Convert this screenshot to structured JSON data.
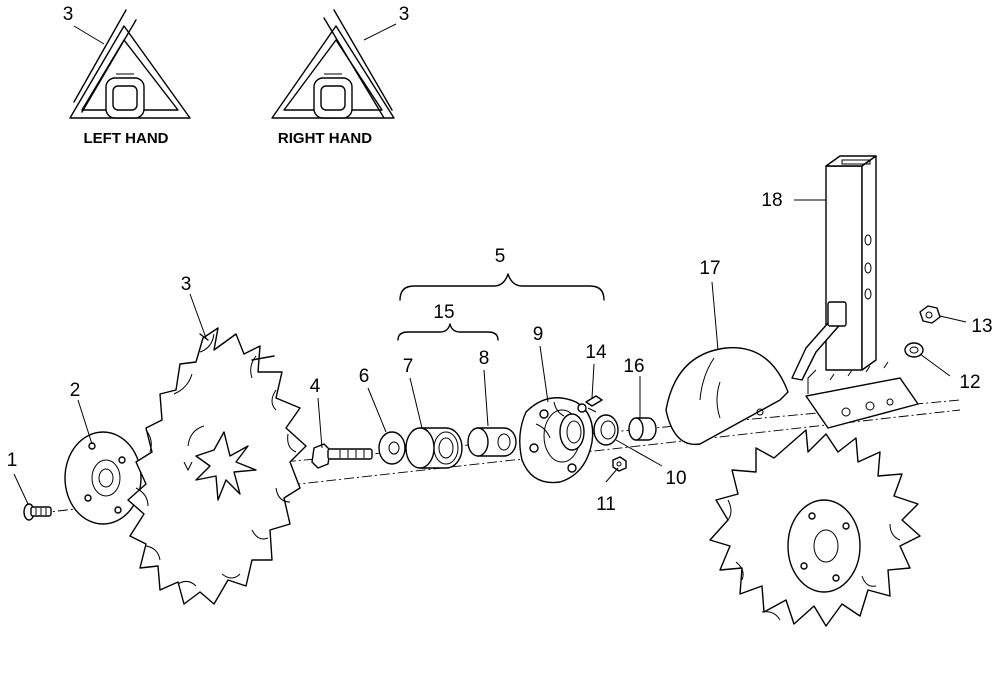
{
  "captions": {
    "left": "LEFT HAND",
    "right": "RIGHT HAND"
  },
  "callouts": [
    "1",
    "2",
    "3",
    "4",
    "5",
    "6",
    "7",
    "8",
    "9",
    "10",
    "11",
    "12",
    "13",
    "14",
    "15",
    "16",
    "17",
    "18"
  ]
}
